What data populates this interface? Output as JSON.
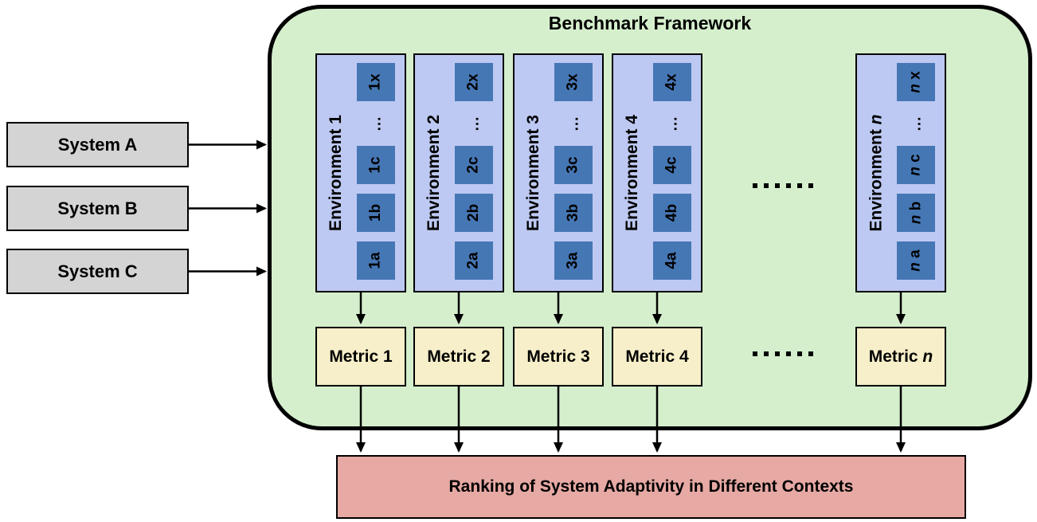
{
  "diagram_title": "Benchmark Framework",
  "systems": [
    {
      "label": "System A"
    },
    {
      "label": "System B"
    },
    {
      "label": "System C"
    }
  ],
  "environments": [
    {
      "label": "Environment 1",
      "modules_bottom_to_top": [
        "1a",
        "1b",
        "1c",
        "...",
        "1x"
      ]
    },
    {
      "label": "Environment 2",
      "modules_bottom_to_top": [
        "2a",
        "2b",
        "2c",
        "...",
        "2x"
      ]
    },
    {
      "label": "Environment 3",
      "modules_bottom_to_top": [
        "3a",
        "3b",
        "3c",
        "...",
        "3x"
      ]
    },
    {
      "label": "Environment 4",
      "modules_bottom_to_top": [
        "4a",
        "4b",
        "4c",
        "...",
        "4x"
      ]
    },
    {
      "label": "Environment n",
      "modules_bottom_to_top": [
        "n a",
        "n b",
        "n c",
        "...",
        "n x"
      ]
    }
  ],
  "metrics": [
    {
      "label": "Metric 1"
    },
    {
      "label": "Metric 2"
    },
    {
      "label": "Metric 3"
    },
    {
      "label": "Metric 4"
    },
    {
      "label": "Metric n"
    }
  ],
  "ellipsis": {
    "between_environments": "......",
    "between_metrics": "......"
  },
  "output": {
    "label": "Ranking of System Adaptivity in Different Contexts"
  },
  "colors": {
    "framework_fill": "#d5efcd",
    "environment_fill": "#bdc9f2",
    "module_fill": "#4677b5",
    "metric_fill": "#f6efc9",
    "output_fill": "#e7a9a4",
    "system_fill": "#d4d4d4",
    "border": "#000000"
  }
}
